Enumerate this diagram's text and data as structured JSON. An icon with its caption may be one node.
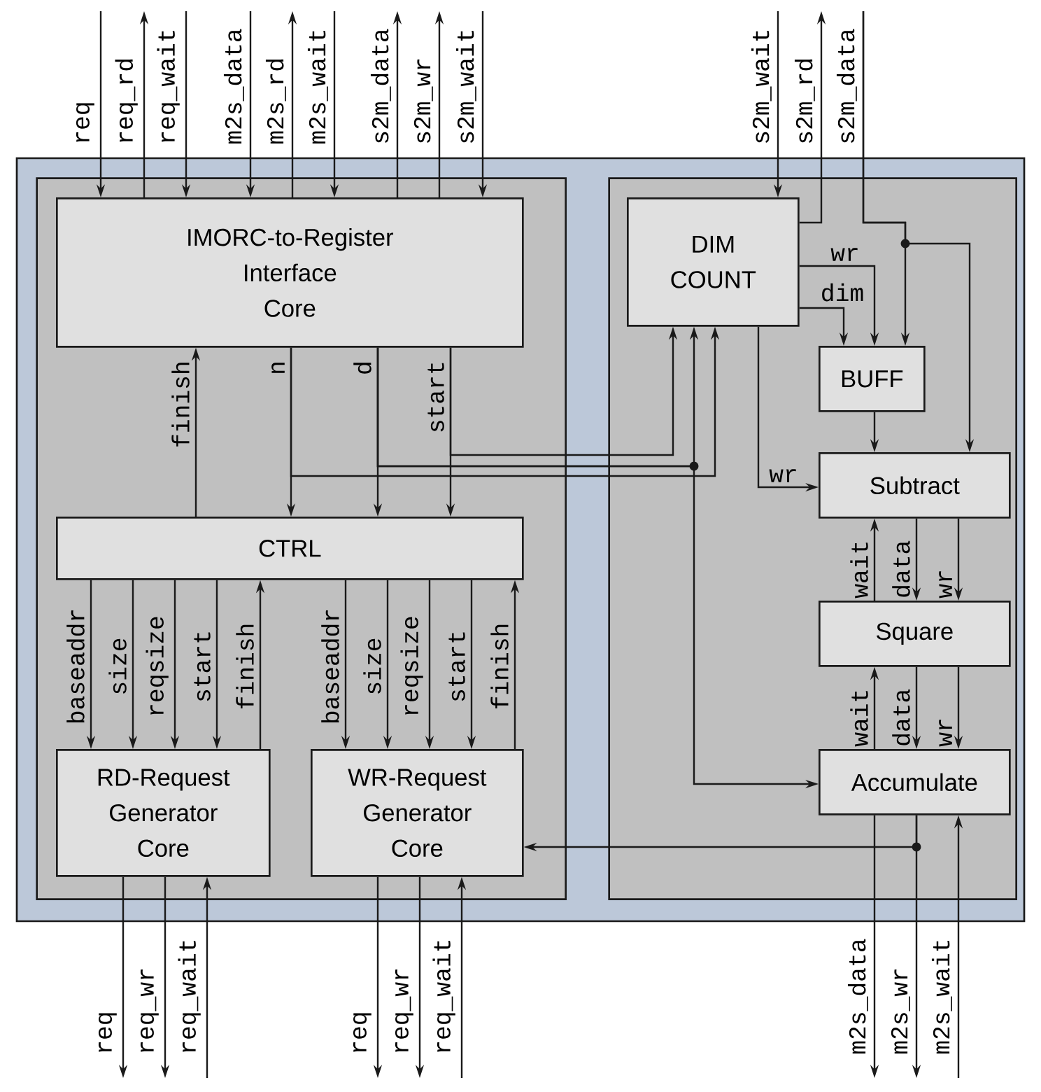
{
  "diagram": {
    "nodes": [
      {
        "text": [],
        "shape": "box"
      },
      {
        "text": [],
        "shape": "box",
        "in": 0
      },
      {
        "text": [],
        "shape": "box",
        "in": 0
      },
      {
        "text": [
          "IMORC-to-Register Interface Core"
        ],
        "in": 1
      },
      {
        "text": [
          "CTRL"
        ],
        "in": 1
      },
      {
        "text": [
          "RD-Request Generator Core"
        ],
        "in": 1
      },
      {
        "text": [
          "WR-Request Generator Core"
        ],
        "in": 1
      },
      {
        "text": [
          "DIM COUNT"
        ],
        "in": 2
      },
      {
        "text": [
          "BUFF"
        ],
        "in": 2
      },
      {
        "text": [
          "Subtract"
        ],
        "in": 2
      },
      {
        "text": [
          "Square"
        ],
        "in": 2
      },
      {
        "text": [
          "Accumulate"
        ],
        "in": 2
      }
    ],
    "edges": [
      {
        "from": null,
        "to": 3,
        "arrow": "to",
        "label": "req"
      },
      {
        "from": 3,
        "to": null,
        "arrow": "to",
        "label": "req_rd"
      },
      {
        "from": null,
        "to": 3,
        "arrow": "to",
        "label": "req_wait"
      },
      {
        "from": null,
        "to": 3,
        "arrow": "to",
        "label": "m2s_data"
      },
      {
        "from": 3,
        "to": null,
        "arrow": "to",
        "label": "m2s_rd"
      },
      {
        "from": null,
        "to": 3,
        "arrow": "to",
        "label": "m2s_wait"
      },
      {
        "from": 3,
        "to": null,
        "arrow": "to",
        "label": "s2m_data"
      },
      {
        "from": 3,
        "to": null,
        "arrow": "to",
        "label": "s2m_wr"
      },
      {
        "from": null,
        "to": 3,
        "arrow": "to",
        "label": "s2m_wait"
      },
      {
        "from": null,
        "to": 7,
        "arrow": "to",
        "label": "s2m_wait"
      },
      {
        "from": 7,
        "to": null,
        "arrow": "to",
        "label": "s2m_rd"
      },
      {
        "from": null,
        "to": 8,
        "arrow": "to",
        "label": "s2m_data"
      },
      {
        "from": null,
        "to": 9,
        "arrow": "to"
      },
      {
        "from": 7,
        "to": 8,
        "arrow": "to",
        "label": "wr"
      },
      {
        "from": 7,
        "to": 8,
        "arrow": "to",
        "label": "dim"
      },
      {
        "from": 7,
        "to": 9,
        "arrow": "to",
        "label": "wr"
      },
      {
        "from": 8,
        "to": 9,
        "arrow": "to"
      },
      {
        "from": 4,
        "to": 3,
        "arrow": "to",
        "label": "finish"
      },
      {
        "from": 3,
        "to": 4,
        "arrow": "to",
        "label": "n"
      },
      {
        "from": 3,
        "to": 4,
        "arrow": "to",
        "label": "d"
      },
      {
        "from": 3,
        "to": 4,
        "arrow": "to",
        "label": "start"
      },
      {
        "from": 3,
        "to": 7,
        "arrow": "to"
      },
      {
        "from": 3,
        "to": 7,
        "arrow": "to"
      },
      {
        "from": 3,
        "to": 7,
        "arrow": "to"
      },
      {
        "from": 3,
        "to": 11,
        "arrow": "to"
      },
      {
        "from": 4,
        "to": 5,
        "arrow": "to",
        "label": "baseaddr"
      },
      {
        "from": 4,
        "to": 5,
        "arrow": "to",
        "label": "size"
      },
      {
        "from": 4,
        "to": 5,
        "arrow": "to",
        "label": "reqsize"
      },
      {
        "from": 4,
        "to": 5,
        "arrow": "to",
        "label": "start"
      },
      {
        "from": 5,
        "to": 4,
        "arrow": "to",
        "label": "finish"
      },
      {
        "from": 4,
        "to": 6,
        "arrow": "to",
        "label": "baseaddr"
      },
      {
        "from": 4,
        "to": 6,
        "arrow": "to",
        "label": "size"
      },
      {
        "from": 4,
        "to": 6,
        "arrow": "to",
        "label": "reqsize"
      },
      {
        "from": 4,
        "to": 6,
        "arrow": "to",
        "label": "start"
      },
      {
        "from": 6,
        "to": 4,
        "arrow": "to",
        "label": "finish"
      },
      {
        "from": 5,
        "to": null,
        "arrow": "to",
        "label": "req"
      },
      {
        "from": 5,
        "to": null,
        "arrow": "to",
        "label": "req_wr"
      },
      {
        "from": null,
        "to": 5,
        "arrow": "to",
        "label": "req_wait"
      },
      {
        "from": 6,
        "to": null,
        "arrow": "to",
        "label": "req"
      },
      {
        "from": 6,
        "to": null,
        "arrow": "to",
        "label": "req_wr"
      },
      {
        "from": null,
        "to": 6,
        "arrow": "to",
        "label": "req_wait"
      },
      {
        "from": 10,
        "to": 9,
        "arrow": "to",
        "label": "wait"
      },
      {
        "from": 9,
        "to": 10,
        "arrow": "to",
        "label": "data"
      },
      {
        "from": 9,
        "to": 10,
        "arrow": "to",
        "label": "wr"
      },
      {
        "from": 11,
        "to": 10,
        "arrow": "to",
        "label": "wait"
      },
      {
        "from": 10,
        "to": 11,
        "arrow": "to",
        "label": "data"
      },
      {
        "from": 10,
        "to": 11,
        "arrow": "to",
        "label": "wr"
      },
      {
        "from": 11,
        "to": null,
        "arrow": "to",
        "label": "m2s_data"
      },
      {
        "from": 11,
        "to": null,
        "arrow": "to",
        "label": "m2s_wr"
      },
      {
        "from": 11,
        "to": 6,
        "arrow": "to"
      },
      {
        "from": null,
        "to": 11,
        "arrow": "to",
        "label": "m2s_wait"
      }
    ]
  }
}
